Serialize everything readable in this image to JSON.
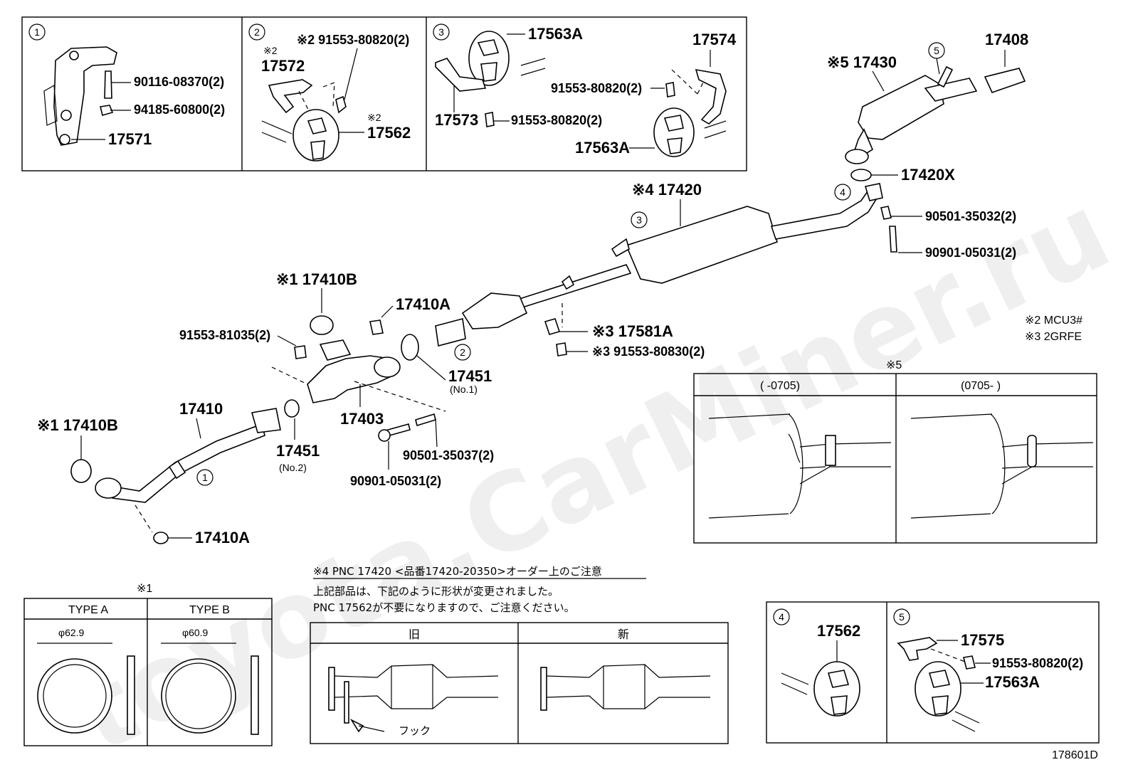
{
  "watermark": "toyota.CarMiner.ru",
  "figure_code": "178601D",
  "notes": {
    "mcu": "※2 MCU3#",
    "grfe": "※3 2GRFE",
    "ref5": "※5",
    "ref1": "※1"
  },
  "inset1": {
    "num": "1",
    "p1": "90116-08370(2)",
    "p2": "94185-60800(2)",
    "p3": "17571"
  },
  "inset2": {
    "num": "2",
    "mark_a": "※2",
    "p1": "17572",
    "p2": "※2  91553-80820(2)",
    "mark_b": "※2",
    "p3": "17562"
  },
  "inset3": {
    "num": "3",
    "p1": "17563A",
    "p2": "17574",
    "p3": "91553-80820(2)",
    "p4": "17573",
    "p5": "91553-80820(2)",
    "p6": "17563A"
  },
  "main": {
    "p17430": "※5  17430",
    "c5": "5",
    "p17408": "17408",
    "p17420x": "17420X",
    "p17420": "※4  17420",
    "c3": "3",
    "c4": "4",
    "p90501a": "90501-35032(2)",
    "p90901a": "90901-05031(2)",
    "p17410b_top": "※1  17410B",
    "p17410a_top": "17410A",
    "p91553_81035": "91553-81035(2)",
    "c2": "2",
    "p17581a": "※3  17581A",
    "p91553_80830": "※3  91553-80830(2)",
    "p17451_1": "17451",
    "p17451_1_sub": "(No.1)",
    "p17403": "17403",
    "p17410": "17410",
    "p17410b_left": "※1  17410B",
    "p17451_2": "17451",
    "p17451_2_sub": "(No.2)",
    "p90501b": "90501-35037(2)",
    "p90901b": "90901-05031(2)",
    "c1": "1",
    "p17410a_bottom": "17410A"
  },
  "table5": {
    "col1": "(      -0705)",
    "col2": "(0705-      )"
  },
  "type_table": {
    "col1": "TYPE A",
    "col2": "TYPE B",
    "d1": "φ62.9",
    "d2": "φ60.9"
  },
  "note4": {
    "title": "※4  PNC 17420 <品番17420-20350>オーダー上のご注意",
    "line1": "上記部品は、下記のように形状が変更されました。",
    "line2": "PNC 17562が不要になりますので、ご注意ください。",
    "old": "旧",
    "new": "新",
    "hook": "フック"
  },
  "inset4": {
    "num": "4",
    "p1": "17562"
  },
  "inset5": {
    "num": "5",
    "p1": "17575",
    "p2": "91553-80820(2)",
    "p3": "17563A"
  }
}
